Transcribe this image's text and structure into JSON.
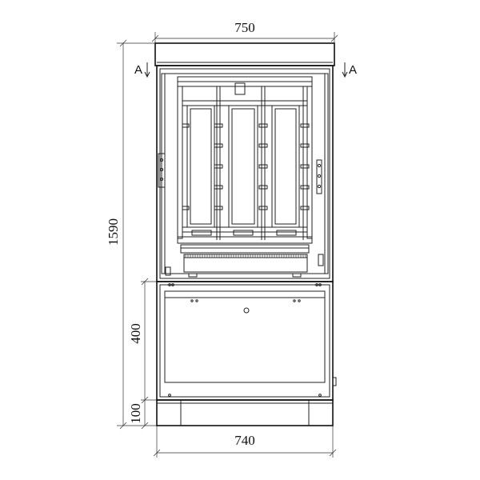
{
  "dimensions": {
    "top_width": "750",
    "bottom_width": "740",
    "total_height": "1590",
    "cabinet_height": "400",
    "base_height": "100"
  },
  "section_marks": {
    "left": "A",
    "right": "A"
  }
}
